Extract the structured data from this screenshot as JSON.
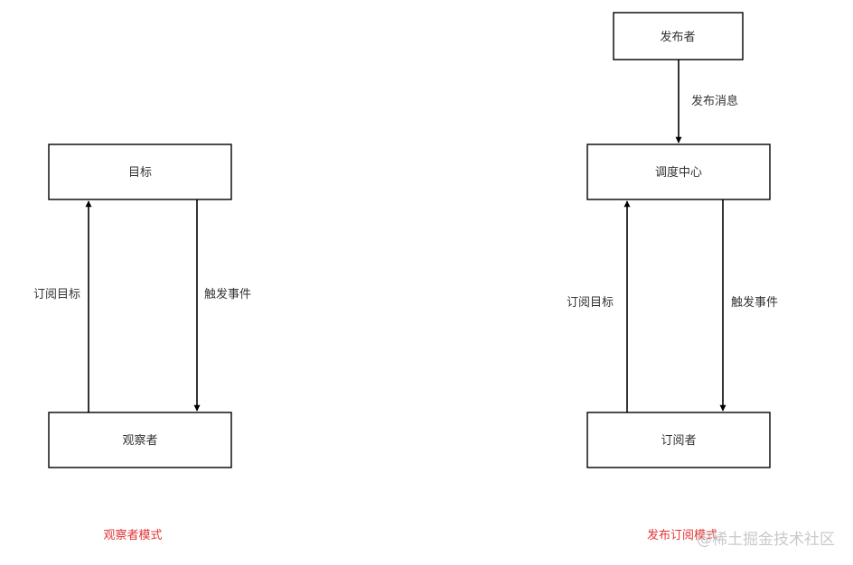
{
  "colors": {
    "caption": "#e23535",
    "stroke": "#000000",
    "text": "#333333",
    "watermark": "#c9c9c9"
  },
  "observer_pattern": {
    "caption": "观察者模式",
    "nodes": {
      "target": "目标",
      "observer": "观察者"
    },
    "edges": {
      "subscribe": "订阅目标",
      "trigger": "触发事件"
    }
  },
  "pubsub_pattern": {
    "caption": "发布订阅模式",
    "nodes": {
      "publisher": "发布者",
      "dispatch_center": "调度中心",
      "subscriber": "订阅者"
    },
    "edges": {
      "publish": "发布消息",
      "subscribe": "订阅目标",
      "trigger": "触发事件"
    }
  },
  "watermark": "@稀土掘金技术社区"
}
